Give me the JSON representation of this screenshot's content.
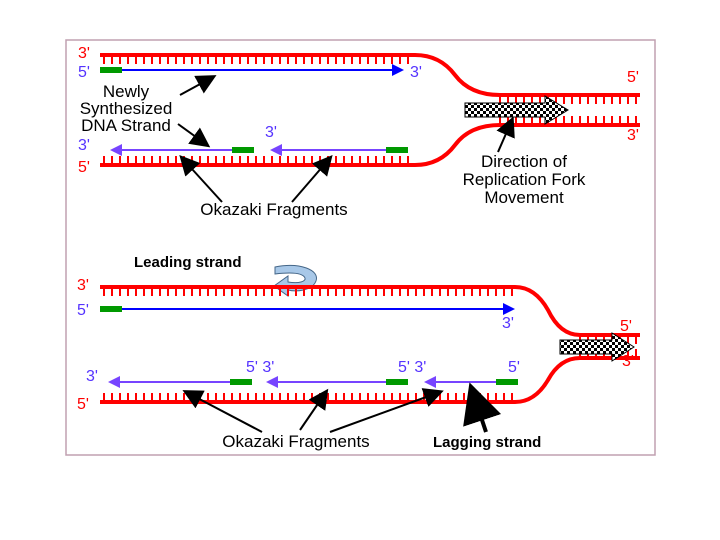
{
  "colors": {
    "frame": "#c0a0b0",
    "parental_strand": "#ff0000",
    "leading_strand": "#0000ff",
    "lagging_strand": "#7744ff",
    "primer": "#009900",
    "label_red": "#ff0000",
    "label_purple": "#5533ff",
    "label_black": "#000000",
    "curved_arrow_fill": "#a8c8e8"
  },
  "icons": {
    "curved_arrow": "curved-return-arrow-icon",
    "fork_movement_arrow": "checkered-arrow-icon"
  },
  "top_panel": {
    "labels": {
      "top_3": "3'",
      "top_5": "5'",
      "newly_synthesized": [
        "Newly",
        "Synthesized",
        "DNA Strand"
      ],
      "lagging_3_left": "3'",
      "bottom_5": "5'",
      "leading_3_end": "3'",
      "lagging_3_mid": "3'",
      "right_5": "5'",
      "right_3": "3'",
      "direction": [
        "Direction of",
        "Replication Fork",
        "Movement"
      ],
      "okazaki": "Okazaki Fragments"
    }
  },
  "bottom_panel": {
    "labels": {
      "leading_strand": "Leading strand",
      "top_3": "3'",
      "leading_5": "5'",
      "leading_3_end": "3'",
      "right_5": "5'",
      "right_3": "3'",
      "lagging_3_left": "3'",
      "bottom_5": "5'",
      "frag1": "5' 3'",
      "frag2": "5' 3'",
      "frag3": "5'",
      "okazaki": "Okazaki Fragments",
      "lagging_strand": "Lagging strand"
    }
  }
}
